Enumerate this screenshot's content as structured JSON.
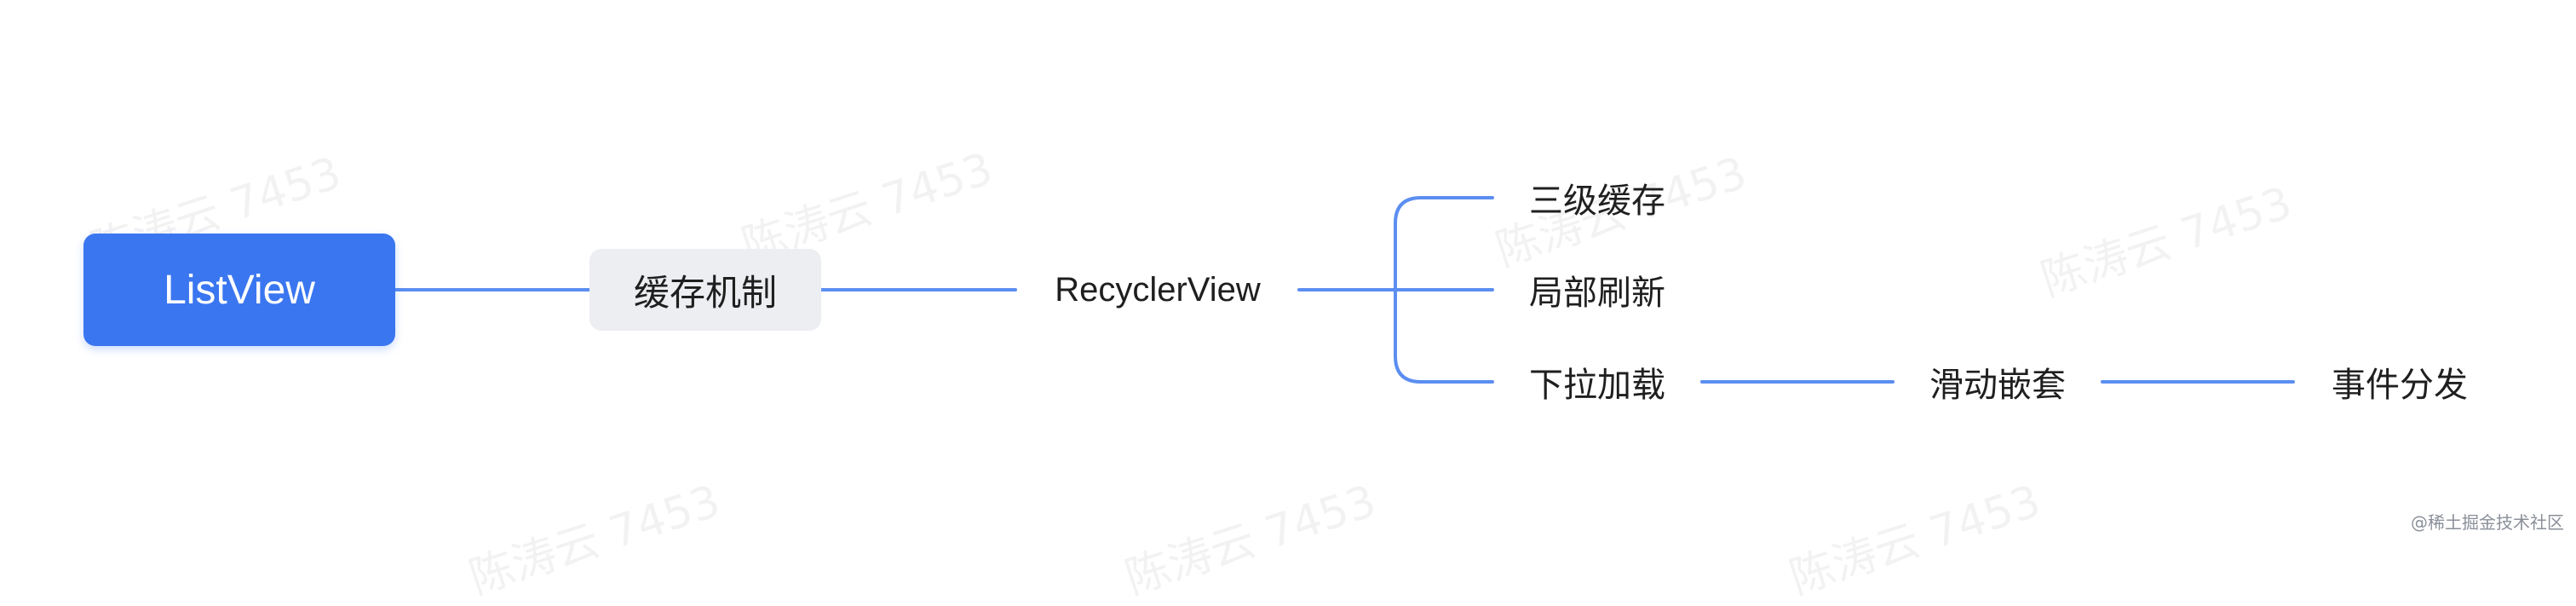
{
  "diagram": {
    "root": {
      "label": "ListView"
    },
    "cache_mechanism": {
      "label": "缓存机制"
    },
    "recyclerview": {
      "label": "RecyclerView"
    },
    "branches": [
      {
        "label": "三级缓存"
      },
      {
        "label": "局部刷新"
      },
      {
        "label": "下拉加载"
      }
    ],
    "chain": [
      {
        "label": "滑动嵌套"
      },
      {
        "label": "事件分发"
      }
    ]
  },
  "watermark": {
    "text": "陈涛云 7453"
  },
  "credit": {
    "text": "@稀土掘金技术社区"
  },
  "colors": {
    "root_fill": "#3a76f0",
    "connector": "#5b8ef0",
    "pill_fill": "#eceef1",
    "text": "#1f1f1f"
  }
}
